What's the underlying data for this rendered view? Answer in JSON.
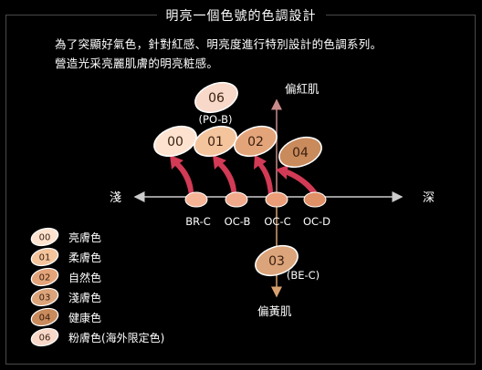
{
  "title": "明亮一個色號的色調設計",
  "description": {
    "line1": "為了突顯好氣色，針對紅感、明亮度進行特別設計的色調系列。",
    "line2": "營造光采亮麗肌膚的明亮粧感。"
  },
  "axes": {
    "left_label": "淺",
    "right_label": "深",
    "top_label": "偏紅肌",
    "bottom_label": "偏黃肌"
  },
  "base_shades": [
    {
      "code": "BR-C",
      "color": "#f5b496"
    },
    {
      "code": "OC-B",
      "color": "#f0a98a"
    },
    {
      "code": "OC-C",
      "color": "#eb9d78"
    },
    {
      "code": "OC-D",
      "color": "#e09066"
    }
  ],
  "shades": [
    {
      "num": "00",
      "color": "#fde3cf",
      "text_color": "#3a2010"
    },
    {
      "num": "01",
      "color": "#f4c49d",
      "text_color": "#3a2010"
    },
    {
      "num": "02",
      "color": "#e4a47a",
      "text_color": "#3a2010"
    },
    {
      "num": "03",
      "color": "#dca47a",
      "text_color": "#3a2010"
    },
    {
      "num": "04",
      "color": "#c98a5c",
      "text_color": "#3a2010"
    },
    {
      "num": "06",
      "color": "#f8d8c8",
      "text_color": "#3a2010"
    }
  ],
  "shade_tags": {
    "06": "(PO-B)",
    "03": "(BE-C)"
  },
  "legend": [
    {
      "num": "00",
      "label": "亮膚色"
    },
    {
      "num": "01",
      "label": "柔膚色"
    },
    {
      "num": "02",
      "label": "自然色"
    },
    {
      "num": "03",
      "label": "淺膚色"
    },
    {
      "num": "04",
      "label": "健康色"
    },
    {
      "num": "06",
      "label": "粉膚色(海外限定色)"
    }
  ],
  "colors": {
    "axis": "#cccccc",
    "vertical_axis": "#c98a8a",
    "arrow_red": "#d23a55",
    "outline": "#ffffff"
  }
}
